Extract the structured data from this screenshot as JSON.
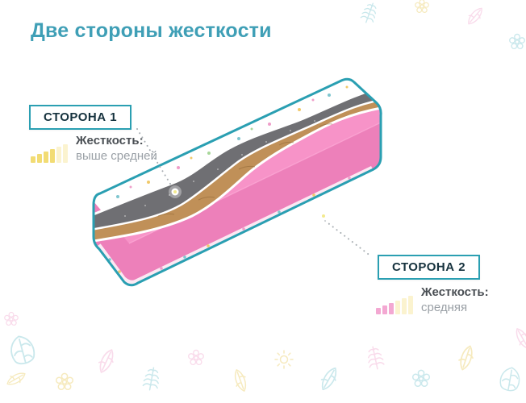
{
  "title": "Две стороны жесткости",
  "sides": {
    "side1": {
      "label": "СТОРОНА 1",
      "firmness_label": "Жесткость:",
      "firmness_value": "выше средней",
      "bars": {
        "total": 6,
        "active": 4,
        "heights": [
          8,
          11,
          14,
          17,
          20,
          23
        ],
        "active_color": "#f2dc74",
        "inactive_color": "#fbf3cf"
      }
    },
    "side2": {
      "label": "СТОРОНА 2",
      "firmness_label": "Жесткость:",
      "firmness_value": "средняя",
      "bars": {
        "total": 6,
        "active": 3,
        "heights": [
          8,
          11,
          14,
          17,
          20,
          23
        ],
        "active_color": "#f3a8d2",
        "inactive_color": "#fbf3cf"
      }
    }
  },
  "colors": {
    "accent-teal": "#2a9fb2",
    "title-color": "#3f9fb6",
    "label-text": "#16323e",
    "text-dark": "#4a4f54",
    "text-muted": "#9aa0a6",
    "mattress-pink": "#f793c8",
    "mattress-pink-dark": "#ed80ba",
    "layer-felt-gray": "#6f6f73",
    "layer-coir-brown": "#c09058"
  }
}
